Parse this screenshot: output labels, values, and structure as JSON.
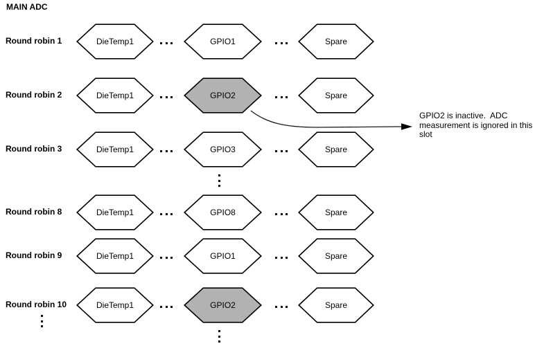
{
  "title": "MAIN ADC",
  "rows": [
    {
      "label": "Round robin 1",
      "slots": [
        {
          "text": "DieTemp1",
          "state": "active"
        },
        {
          "text": "GPIO1",
          "state": "active"
        },
        {
          "text": "Spare",
          "state": "active"
        }
      ]
    },
    {
      "label": "Round robin 2",
      "slots": [
        {
          "text": "DieTemp1",
          "state": "active"
        },
        {
          "text": "GPIO2",
          "state": "inactive"
        },
        {
          "text": "Spare",
          "state": "active"
        }
      ]
    },
    {
      "label": "Round robin 3",
      "slots": [
        {
          "text": "DieTemp1",
          "state": "active"
        },
        {
          "text": "GPIO3",
          "state": "active"
        },
        {
          "text": "Spare",
          "state": "active"
        }
      ]
    },
    {
      "label": "Round robin 8",
      "slots": [
        {
          "text": "DieTemp1",
          "state": "active"
        },
        {
          "text": "GPIO8",
          "state": "active"
        },
        {
          "text": "Spare",
          "state": "active"
        }
      ]
    },
    {
      "label": "Round robin 9",
      "slots": [
        {
          "text": "DieTemp1",
          "state": "active"
        },
        {
          "text": "GPIO1",
          "state": "active"
        },
        {
          "text": "Spare",
          "state": "active"
        }
      ]
    },
    {
      "label": "Round robin 10",
      "slots": [
        {
          "text": "DieTemp1",
          "state": "active"
        },
        {
          "text": "GPIO2",
          "state": "inactive"
        },
        {
          "text": "Spare",
          "state": "active"
        }
      ]
    }
  ],
  "annotation": {
    "lines": [
      "GPIO2 is inactive.  ADC",
      "measurement is ignored in this",
      "slot"
    ]
  },
  "ellipses": {
    "horizontal": ". . .",
    "vertical": "⋮"
  },
  "colors": {
    "active_fill": "#ffffff",
    "inactive_fill": "#b2b2b2",
    "stroke": "#000000"
  }
}
